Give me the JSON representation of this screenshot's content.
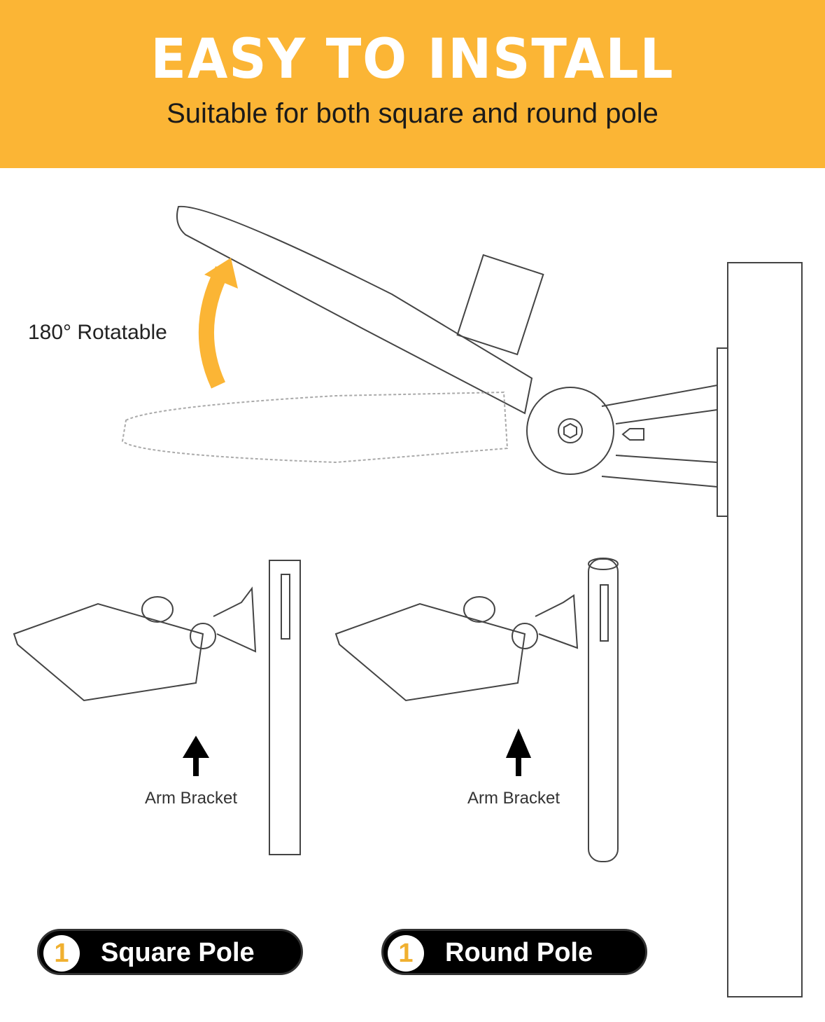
{
  "header": {
    "title": "EASY TO INSTALL",
    "subtitle": "Suitable for both square and round pole",
    "background_color": "#fbb535"
  },
  "rotation_label": "180° Rotatable",
  "panels": [
    {
      "number": "1",
      "label": "Square Pole",
      "arm_label": "Arm Bracket"
    },
    {
      "number": "1",
      "label": "Round Pole",
      "arm_label": "Arm Bracket"
    }
  ]
}
